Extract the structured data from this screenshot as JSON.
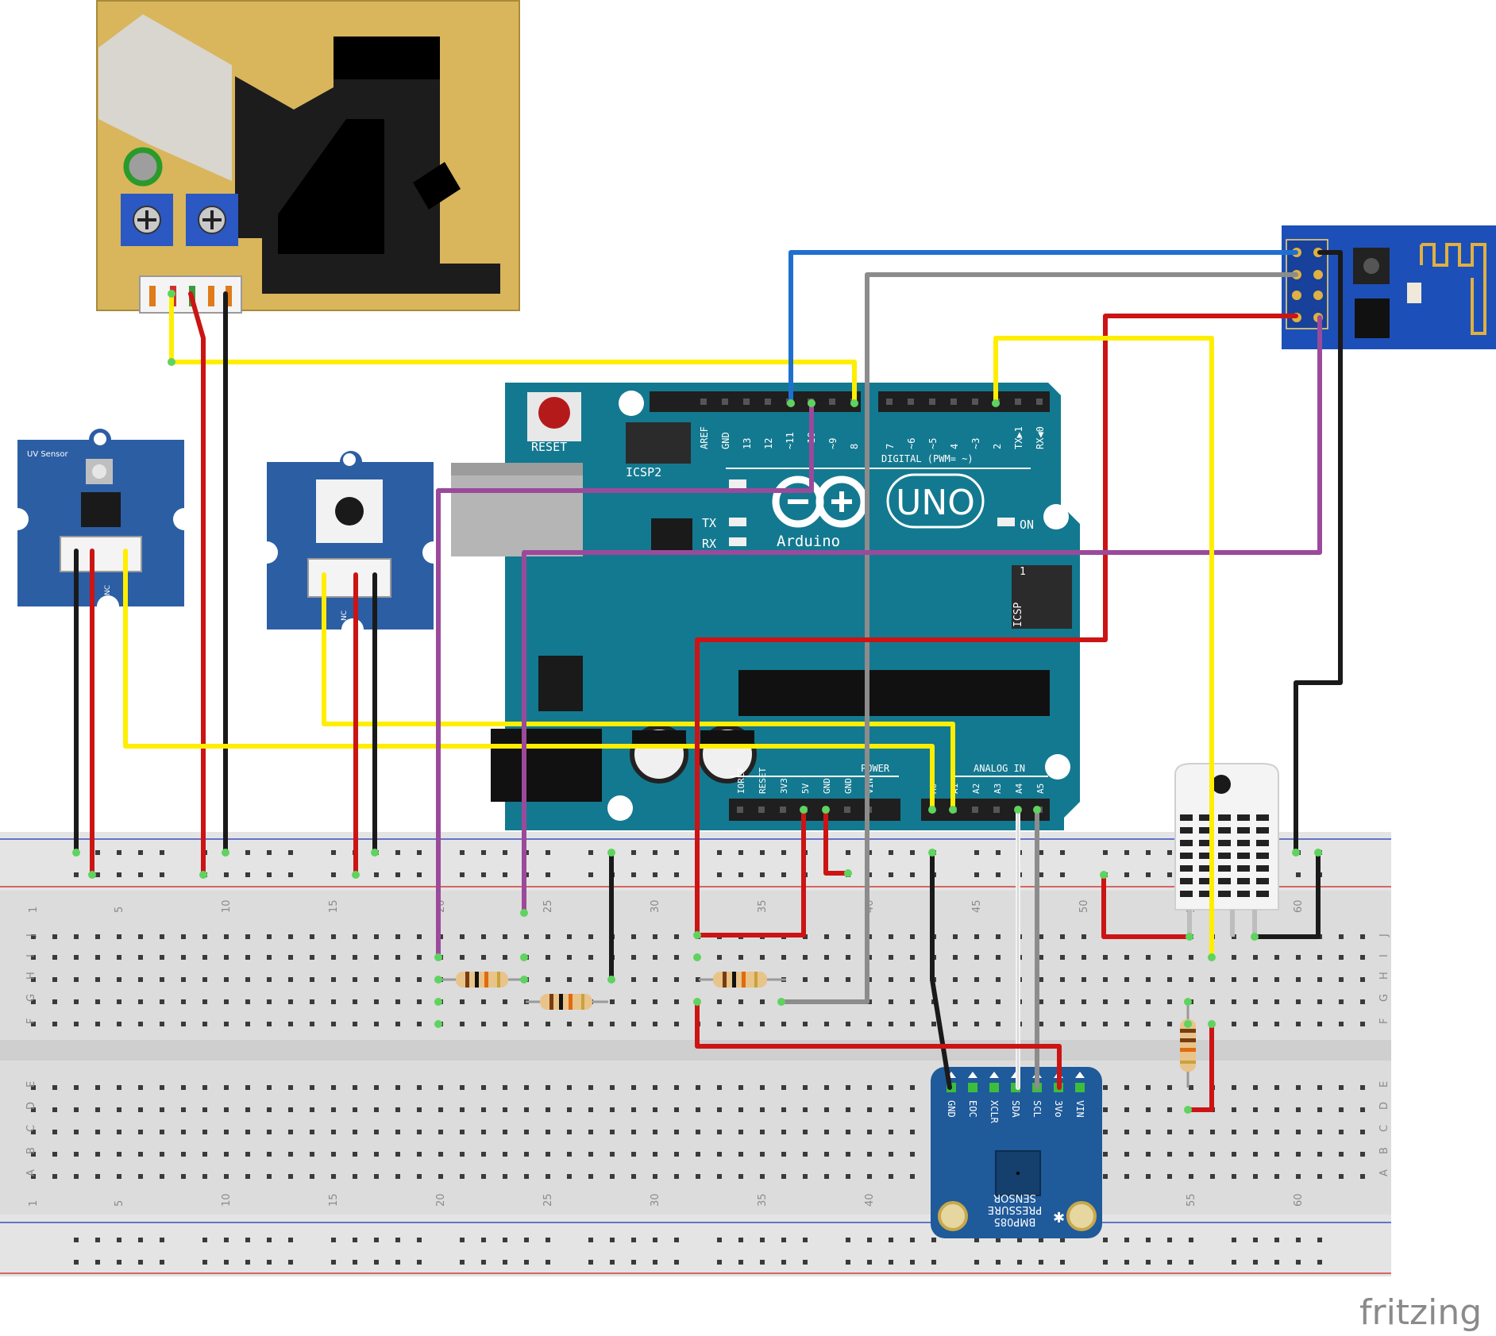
{
  "colors": {
    "wire_red": "#cc1414",
    "wire_black": "#1a1a1a",
    "wire_yellow": "#ffee00",
    "wire_blue": "#1f6fd1",
    "wire_gray": "#8c8c8c",
    "wire_white": "#f2f2f2",
    "wire_purple": "#9b4a9b",
    "arduino_teal": "#137990",
    "grove_blue": "#2c5ea4",
    "dust_sensor_gold": "#d9b55c",
    "esp_blue": "#1d4fb8",
    "breadboard": "#dcdcdc"
  },
  "arduino": {
    "reset_label": "RESET",
    "icsp2_label": "ICSP2",
    "icsp_label": "ICSP",
    "icsp_pin1": "1",
    "tx_label": "TX",
    "rx_label": "RX",
    "on_label": "ON",
    "uno_label": "UNO",
    "brand_label": "Arduino",
    "digital_label": "DIGITAL (PWM= ~)",
    "digital_pins": [
      "AREF",
      "GND",
      "13",
      "12",
      "~11",
      "~10",
      "~9",
      "8",
      "7",
      "~6",
      "~5",
      "4",
      "~3",
      "2",
      "TX▶1",
      "RX◀0"
    ],
    "power_label": "POWER",
    "power_pins": [
      "IOREF",
      "RESET",
      "3V3",
      "5V",
      "GND",
      "GND",
      "VIN"
    ],
    "analog_label": "ANALOG IN",
    "analog_pins": [
      "A0",
      "A1",
      "A2",
      "A3",
      "A4",
      "A5"
    ]
  },
  "uv_sensor": {
    "title": "UV Sensor",
    "nc_label": "NC"
  },
  "sound_sensor": {
    "nc_label": "NC"
  },
  "bmp085": {
    "pins": [
      "GND",
      "EOC",
      "XCLR",
      "SDA",
      "SCL",
      "3Vo",
      "VIN"
    ],
    "name": "BMP085",
    "subtitle1": "PRESSURE",
    "subtitle2": "SENSOR"
  },
  "breadboard": {
    "row_letters_top": [
      "J",
      "I",
      "H",
      "G",
      "F"
    ],
    "row_letters_bottom": [
      "E",
      "D",
      "C",
      "B",
      "A"
    ],
    "column_numbers": [
      "1",
      "5",
      "10",
      "15",
      "20",
      "25",
      "30",
      "35",
      "40",
      "45",
      "50",
      "55",
      "60"
    ]
  },
  "watermark": "fritzing"
}
